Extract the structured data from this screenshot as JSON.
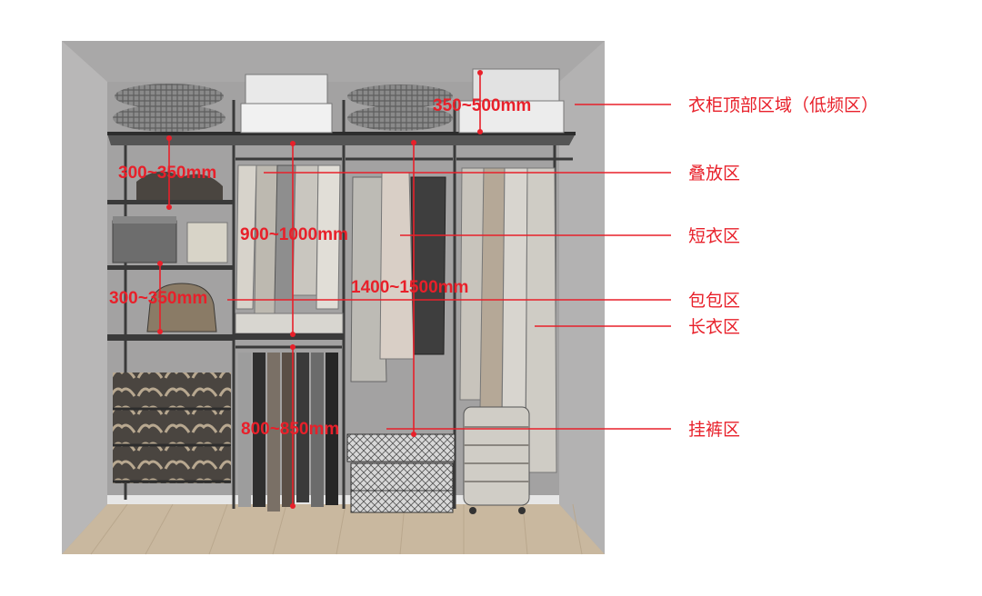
{
  "colors": {
    "accent": "#e8202a",
    "wall": "#a9a8a8",
    "floor": "#c9b89f",
    "frame": "#3a3a3a"
  },
  "dimensions": {
    "top": "350~500mm",
    "stack": "300~350mm",
    "short_hang": "900~1000mm",
    "long_hang": "1400~1500mm",
    "bag": "300~350mm",
    "pants": "800~850mm"
  },
  "zones": {
    "top": "衣柜顶部区域（低频区）",
    "stack": "叠放区",
    "short": "短衣区",
    "bag": "包包区",
    "long": "长衣区",
    "pants": "挂裤区"
  }
}
